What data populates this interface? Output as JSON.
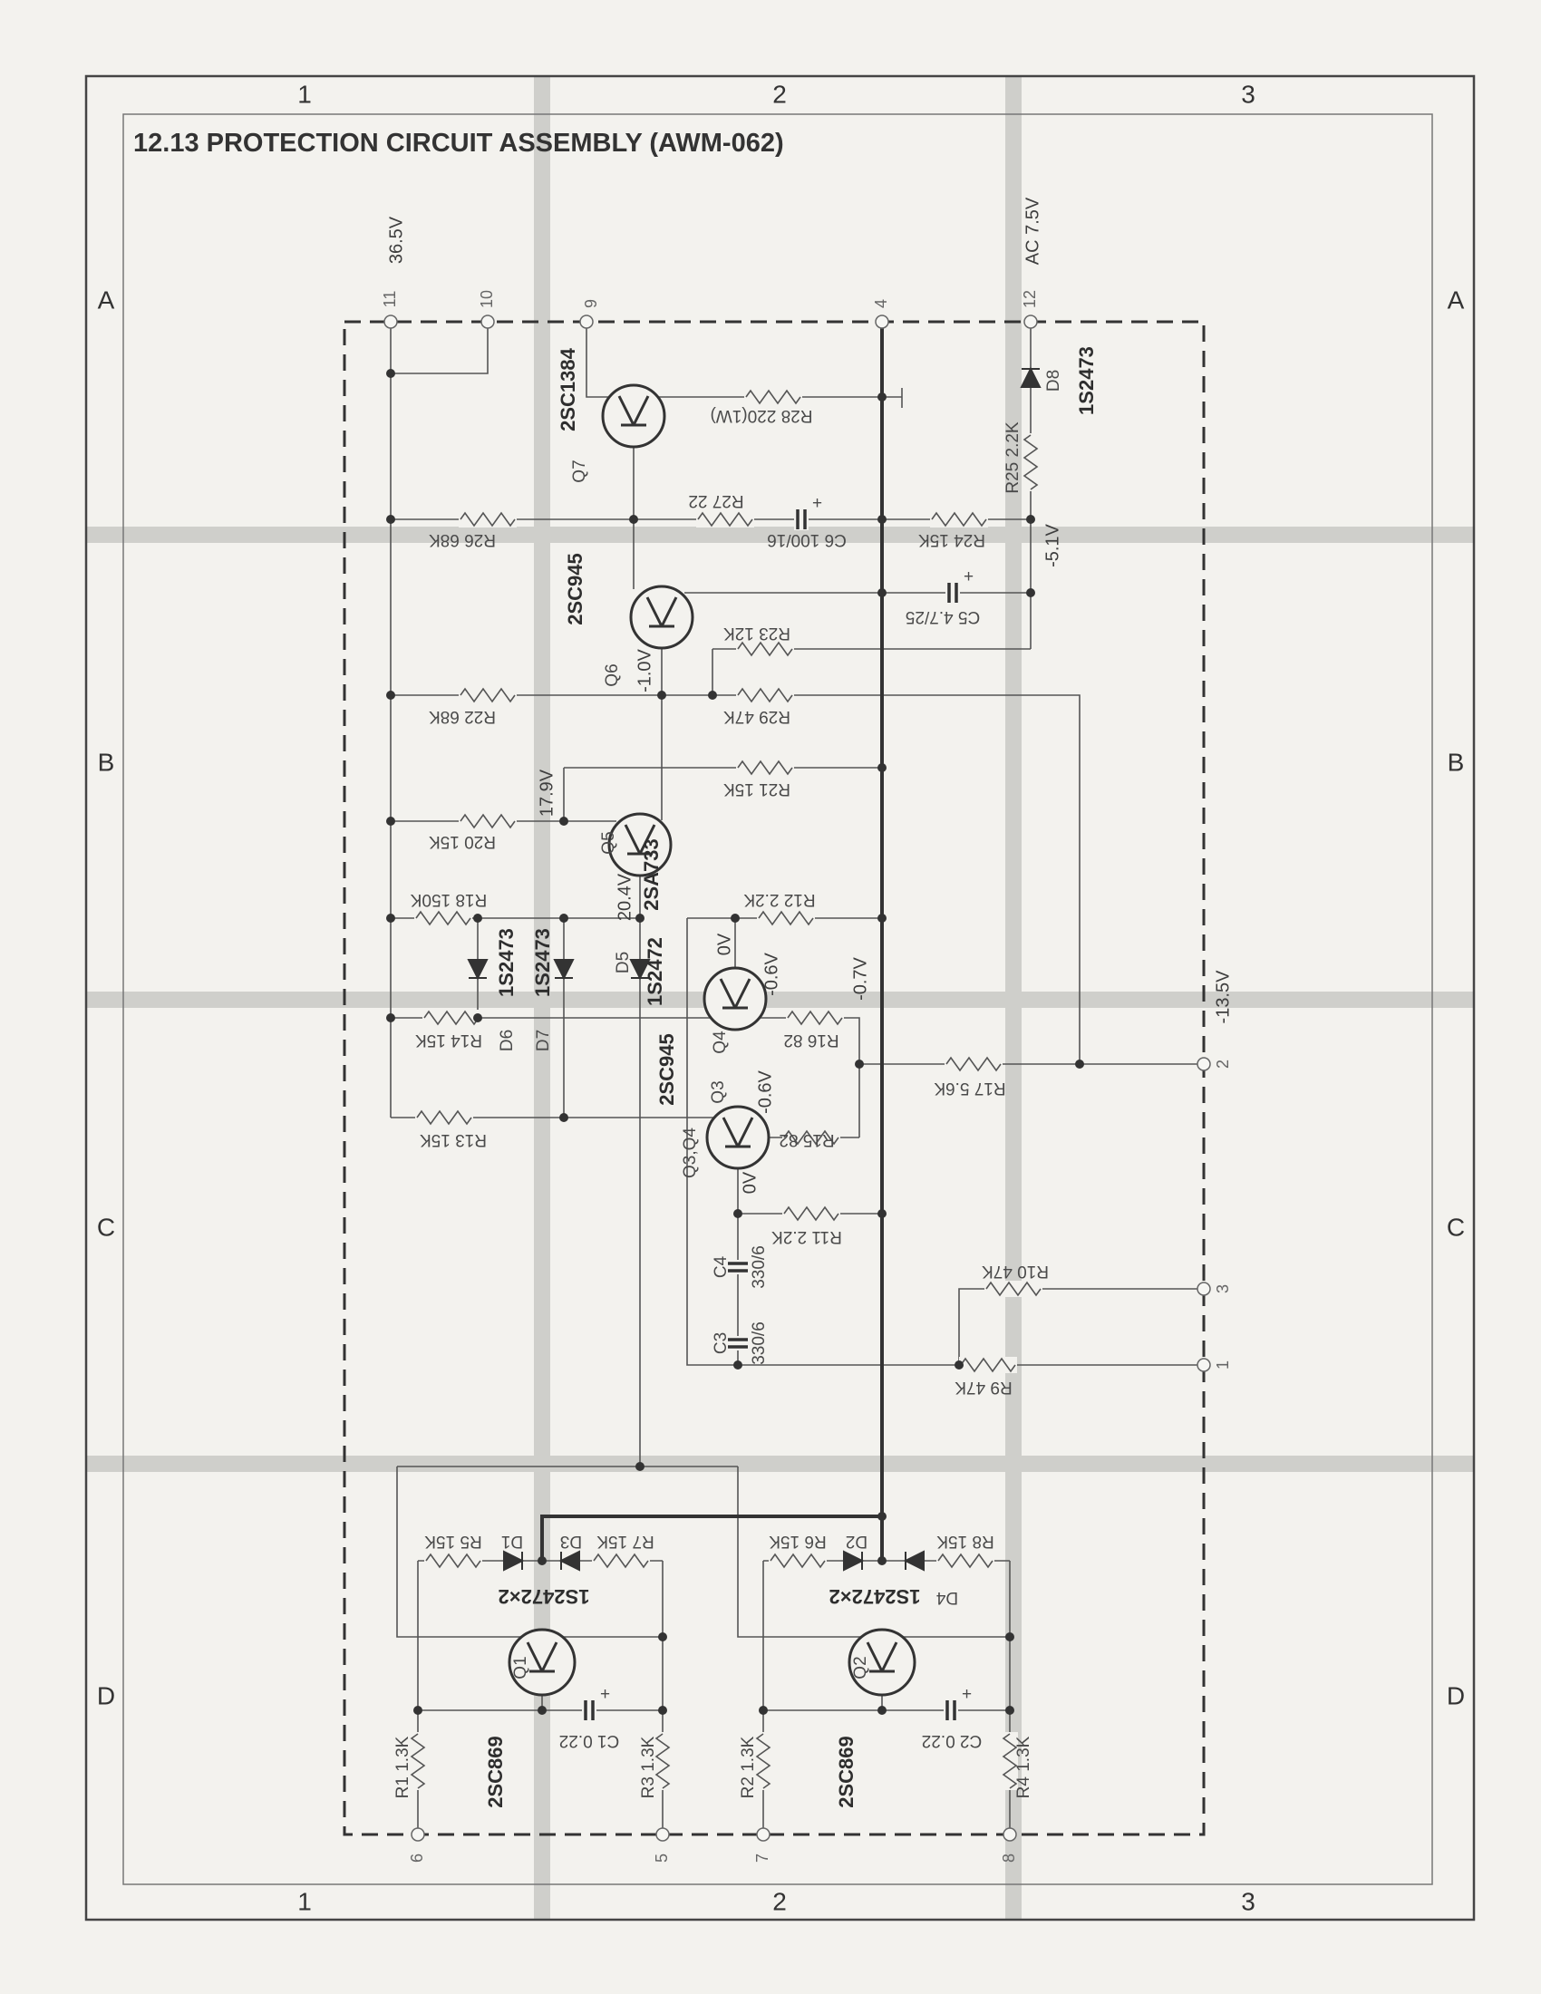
{
  "title": "12.13  PROTECTION CIRCUIT ASSEMBLY (AWM-062)",
  "grid": {
    "columns": [
      "1",
      "2",
      "3"
    ],
    "rows": [
      "A",
      "B",
      "C",
      "D"
    ]
  },
  "terminals": {
    "t11": "11",
    "t10": "10",
    "t9": "9",
    "t4": "4",
    "t12": "12",
    "t2": "2",
    "t3": "3",
    "t1": "1",
    "t6": "6",
    "t5": "5",
    "t7": "7",
    "t8": "8"
  },
  "voltages": {
    "v365": "36.5V",
    "ac75": "AC 7.5V",
    "m51": "-5.1V",
    "m10": "-1.0V",
    "v179": "17.9V",
    "v204": "20.4V",
    "q4c": "0V",
    "q4e": "-0.6V",
    "m07": "-0.7V",
    "m135": "-13.5V",
    "q3e": "-0.6V",
    "q3c": "0V"
  },
  "labels": {
    "q7_part": "2SC1384",
    "q7": "Q7",
    "r28": "R28 220(1W)",
    "d8": "D8",
    "d8_part": "1S2473",
    "r25": "R25 2.2K",
    "r26": "R26 68K",
    "r27": "R27 22",
    "c6": "C6 100/16",
    "r24": "R24 15K",
    "q6_part": "2SC945",
    "q6": "Q6",
    "c5": "C5 4.7/25",
    "r23": "R23 12K",
    "r22": "R22 68K",
    "r29": "R29 47K",
    "r21": "R21 15K",
    "r20": "R20 15K",
    "q5": "Q5",
    "q5_part": "2SA733",
    "r18": "R18 150K",
    "r12": "R12 2.2K",
    "d6": "D6",
    "d6_part": "1S2473",
    "d7": "D7",
    "d7_part": "1S2473",
    "d5": "D5",
    "d5_part": "1S2472",
    "q4": "Q4",
    "r14": "R14 15K",
    "r16": "R16 82",
    "r17": "R17 5.6K",
    "q34_part": "2SC945",
    "q3": "Q3",
    "q34": "Q3,Q4",
    "r13": "R13 15K",
    "r15": "R15 82",
    "r11": "R11 2.2K",
    "c4": "C4",
    "c4_val": "330/6",
    "c3": "C3",
    "c3_val": "330/6",
    "r10": "R10 47K",
    "r9": "R9 47K",
    "r5": "R5 15K",
    "d1": "D1",
    "d3": "D3",
    "r7": "R7 15K",
    "d13_part": "1S2472×2",
    "r6": "R6 15K",
    "d2": "D2",
    "r8": "R8 15K",
    "d4": "D4",
    "d24_part": "1S2472×2",
    "q1": "Q1",
    "q2": "Q2",
    "c1": "C1 0.22",
    "c2": "C2 0.22",
    "r1": "R1 1.3K",
    "r3": "R3 1.3K",
    "r2": "R2 1.3K",
    "r4": "R4 1.3K",
    "q1_part": "2SC869",
    "q2_part": "2SC869"
  },
  "colors": {
    "paper": "#f3f2ee",
    "ink": "#555555",
    "band": "#cfcfcb"
  }
}
